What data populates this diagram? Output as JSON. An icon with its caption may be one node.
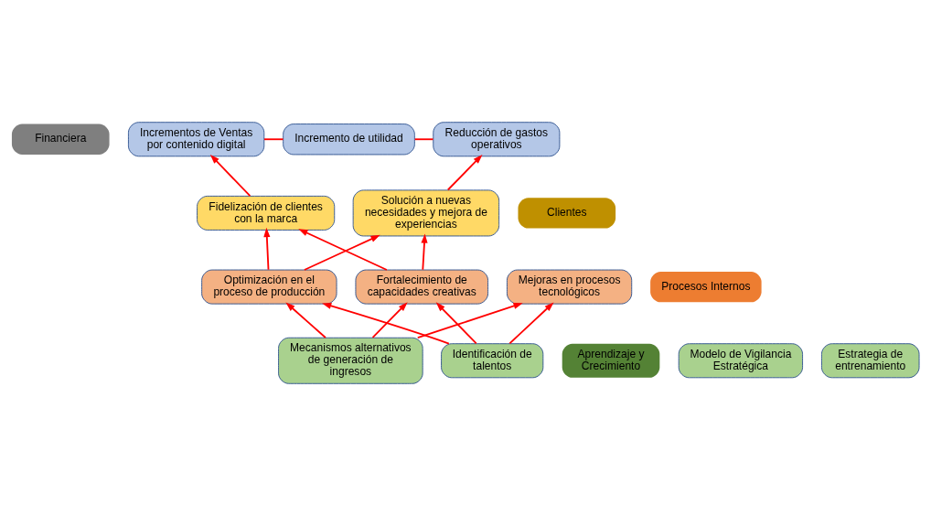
{
  "diagram": {
    "nodes": [
      {
        "text": [
          "Financiera"
        ]
      },
      {
        "text": [
          "Incrementos de Ventas por contenido digital"
        ]
      },
      {
        "text": [
          "Incremento de utilidad"
        ]
      },
      {
        "text": [
          "Reducción de gastos operativos"
        ]
      },
      {
        "text": [
          "Clientes"
        ]
      },
      {
        "text": [
          "Fidelización de clientes con la marca"
        ]
      },
      {
        "text": [
          "Solución a nuevas necesidades y mejora de experiencias"
        ]
      },
      {
        "text": [
          "Procesos Internos"
        ]
      },
      {
        "text": [
          "Fortalecimiento de capacidades creativas"
        ]
      },
      {
        "text": [
          "Mejoras en procesos tecnológicos"
        ]
      },
      {
        "text": [
          "Optimización en el proceso de producción"
        ]
      },
      {
        "text": [
          "Aprendizaje y Crecimiento"
        ]
      },
      {
        "text": [
          "Mecanismos alternativos de generación de ingresos"
        ]
      },
      {
        "text": [
          "Modelo de Vigilancia Estratégica"
        ]
      },
      {
        "text": [
          "Estrategia de entrenamiento"
        ]
      },
      {
        "text": [
          "Identificación de talentos"
        ]
      }
    ],
    "edges": [
      {
        "from": 1,
        "to": 2,
        "arrow": "none"
      },
      {
        "from": 2,
        "to": 3,
        "arrow": "none"
      },
      {
        "from": 5,
        "to": 1,
        "arrow": "to"
      },
      {
        "from": 6,
        "to": 3,
        "arrow": "to"
      },
      {
        "from": 8,
        "to": 5,
        "arrow": "to"
      },
      {
        "from": 8,
        "to": 6,
        "arrow": "to"
      },
      {
        "from": 10,
        "to": 5,
        "arrow": "to"
      },
      {
        "from": 10,
        "to": 6,
        "arrow": "to"
      },
      {
        "from": 12,
        "to": 8,
        "arrow": "to"
      },
      {
        "from": 12,
        "to": 9,
        "arrow": "to"
      },
      {
        "from": 12,
        "to": 10,
        "arrow": "to"
      },
      {
        "from": 15,
        "to": 8,
        "arrow": "to"
      },
      {
        "from": 15,
        "to": 9,
        "arrow": "to"
      },
      {
        "from": 15,
        "to": 10,
        "arrow": "to"
      }
    ]
  }
}
